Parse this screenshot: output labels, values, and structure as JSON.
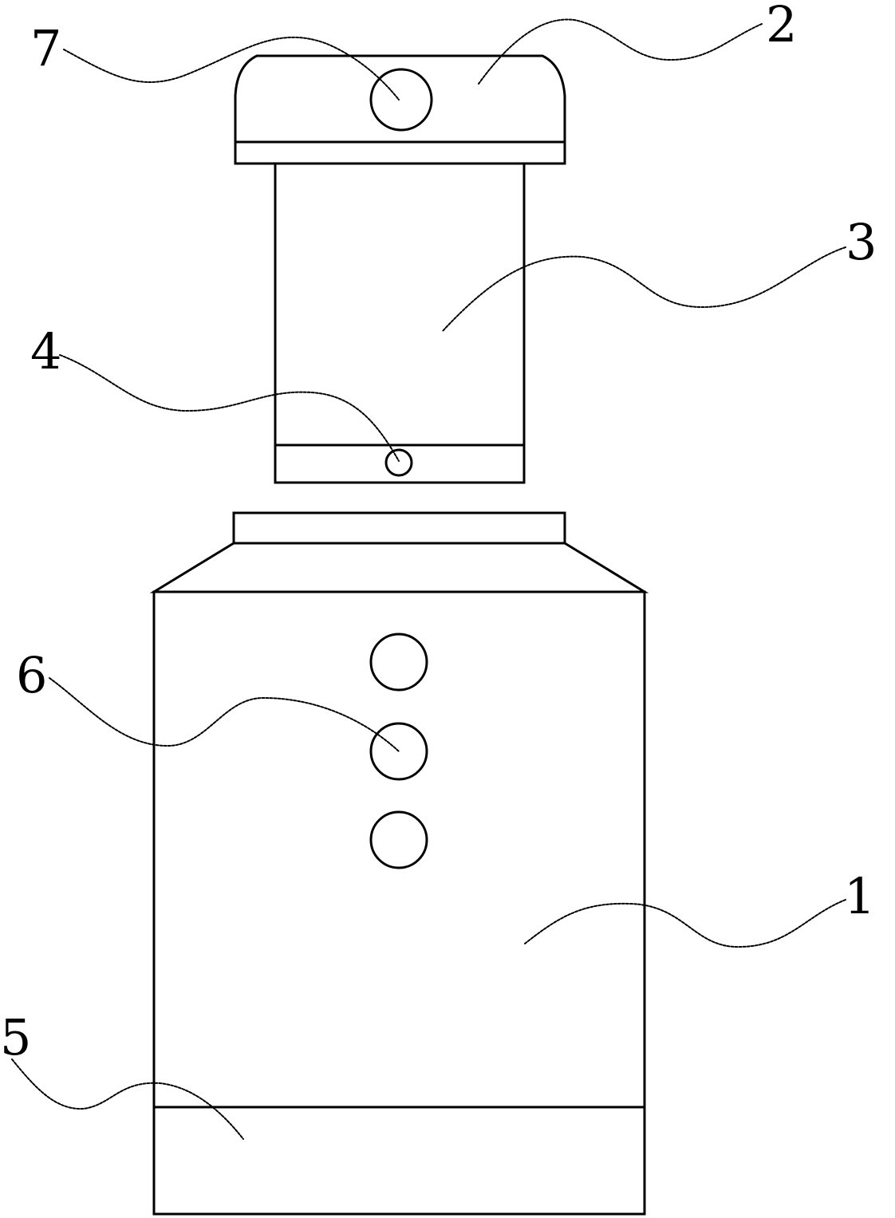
{
  "labels": {
    "body": "1",
    "lid": "2",
    "cup": "3",
    "cup_hole": "4",
    "base": "5",
    "buttons": "6",
    "lid_button": "7"
  }
}
